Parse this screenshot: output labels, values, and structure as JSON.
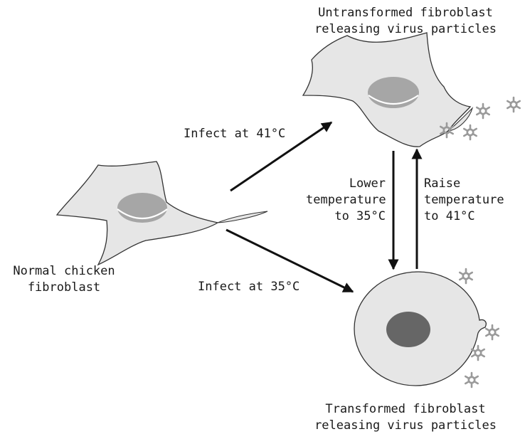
{
  "labels": {
    "untransformed": [
      "Untransformed fibroblast",
      "releasing virus particles"
    ],
    "normal": [
      "Normal chicken",
      "fibroblast"
    ],
    "transformed": [
      "Transformed fibroblast",
      "releasing virus particles"
    ],
    "infect_41": "Infect at 41°C",
    "infect_35": "Infect at 35°C",
    "lower": [
      "Lower",
      "temperature",
      "to 35°C"
    ],
    "raise": [
      "Raise",
      "temperature",
      "to 41°C"
    ]
  },
  "colors": {
    "cell_fill": "#e6e6e6",
    "cell_stroke": "#333333",
    "nucleus_light": "#a6a6a6",
    "nucleus_dark": "#666666",
    "virus": "#9a9a9a",
    "arrow": "#111111"
  }
}
